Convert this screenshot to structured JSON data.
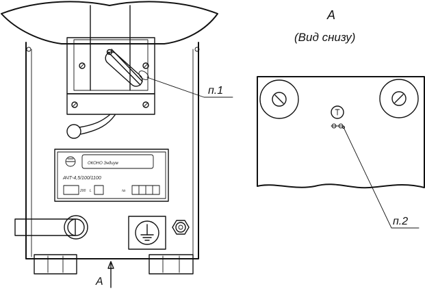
{
  "view_title": "A",
  "view_subtitle": "(Вид снизу)",
  "callout_1": "п.1",
  "callout_2": "п.2",
  "view_arrow_label": "A",
  "nameplate": {
    "company": "ОКОНО Эндиум",
    "model": "АЧТ-4,5/100/1100",
    "field_left": "200",
    "field_mid": "L",
    "field_right": "№"
  },
  "colors": {
    "line": "#111111",
    "background": "#ffffff"
  }
}
